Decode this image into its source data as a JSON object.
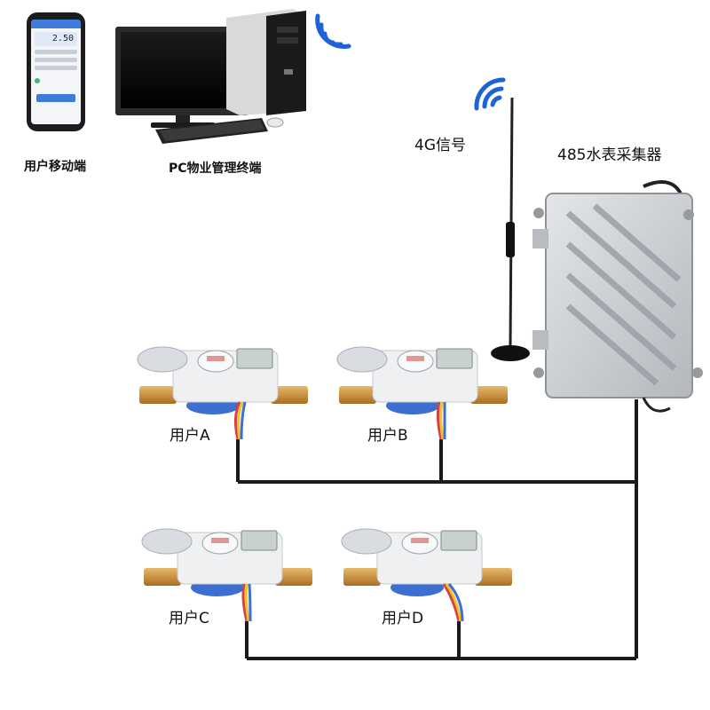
{
  "labels": {
    "mobile": "用户移动端",
    "pc": "PC物业管理终端",
    "signal": "4G信号",
    "collector": "485水表采集器"
  },
  "phone_screen": {
    "reading": "2.50"
  },
  "meters": [
    {
      "label": "用户A"
    },
    {
      "label": "用户B"
    },
    {
      "label": "用户C"
    },
    {
      "label": "用户D"
    }
  ],
  "icons": [
    "wifi-icon",
    "wifi-icon"
  ],
  "colors": {
    "cable": "#1a1a1a",
    "meter_body": "#eef0f2",
    "brass": "#c98f3c",
    "blue_base": "#3d6fd0",
    "collector": "#c8ccd0"
  }
}
